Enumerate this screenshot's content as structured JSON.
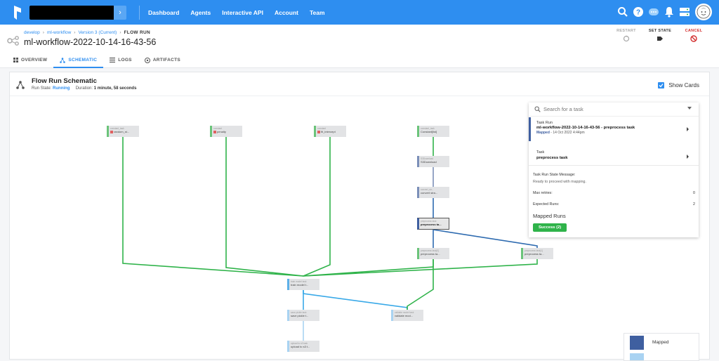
{
  "topbar": {
    "nav": [
      "Dashboard",
      "Agents",
      "Interactive API",
      "Account",
      "Team"
    ],
    "accent": "#2e8ef0"
  },
  "header": {
    "breadcrumbs": [
      "develop",
      "ml-workflow",
      "Version 3 (Current)",
      "FLOW RUN"
    ],
    "title": "ml-workflow-2022-10-14-16-43-56",
    "actions": {
      "restart": "RESTART",
      "set_state": "SET STATE",
      "cancel": "CANCEL"
    }
  },
  "tabs": [
    "OVERVIEW",
    "SCHEMATIC",
    "LOGS",
    "ARTIFACTS"
  ],
  "schematic": {
    "title": "Flow Run Schematic",
    "run_state_label": "Run State:",
    "run_state": "Running",
    "duration_label": "Duration:",
    "duration": "1 minute, 58 seconds",
    "show_cards": "Show Cards",
    "nodes": [
      {
        "type": "constant_task",
        "name": "random_st...",
        "state": "success",
        "x_mark": true
      },
      {
        "type": "constant",
        "name": "penalty",
        "state": "success",
        "x_mark": true
      },
      {
        "type": "constant",
        "name": "fit_intercept",
        "state": "success",
        "x_mark": true
      },
      {
        "type": "constant_task",
        "name": "Constant[list]",
        "state": "success",
        "x_mark": false
      },
      {
        "type": "S3Download",
        "name": "S3Download",
        "state": "pending",
        "x_mark": false
      },
      {
        "type": "convert_str...",
        "name": "convert stra...",
        "state": "pending",
        "x_mark": false
      },
      {
        "type": "preprocess task",
        "name": "preprocess ta...",
        "state": "mapped",
        "x_mark": false
      },
      {
        "type": "preprocess task[0]",
        "name": "preprocess ta...",
        "state": "success",
        "x_mark": false
      },
      {
        "type": "preprocess task[1]",
        "name": "preprocess ta...",
        "state": "success",
        "x_mark": false
      },
      {
        "type": "train model task",
        "name": "train model t...",
        "state": "running",
        "x_mark": false
      },
      {
        "type": "save pickle task",
        "name": "save pickle t...",
        "state": "waiting",
        "x_mark": false
      },
      {
        "type": "validate model task",
        "name": "validate mod...",
        "state": "waiting",
        "x_mark": false
      },
      {
        "type": "upload to s3 task",
        "name": "upload to s3 t...",
        "state": "waiting",
        "x_mark": false
      }
    ]
  },
  "panel": {
    "search_placeholder": "Search for a task",
    "task_run_label": "Task Run",
    "task_run_name": "ml-workflow-2022-10-14-16-43-56 - preprocess task",
    "task_run_state": "Mapped",
    "task_run_date": " - 14 Oct 2022 4:44pm",
    "task_label": "Task",
    "task_name": "preprocess task",
    "state_message_label": "Task Run State Message:",
    "state_message": "Ready to proceed with mapping.",
    "max_retries_label": "Max retries:",
    "max_retries": "0",
    "expected_runs_label": "Expected Runs:",
    "expected_runs": "2",
    "mapped_runs_label": "Mapped Runs",
    "success_badge": "Success (2)"
  },
  "legend": {
    "mapped": "Mapped"
  },
  "colors": {
    "success": "#2fb34a",
    "edge_green": "#2fb34a",
    "edge_blue": "#2e6bb0",
    "edge_lightblue": "#39a9e8",
    "mapped": "#3f5fa0"
  }
}
